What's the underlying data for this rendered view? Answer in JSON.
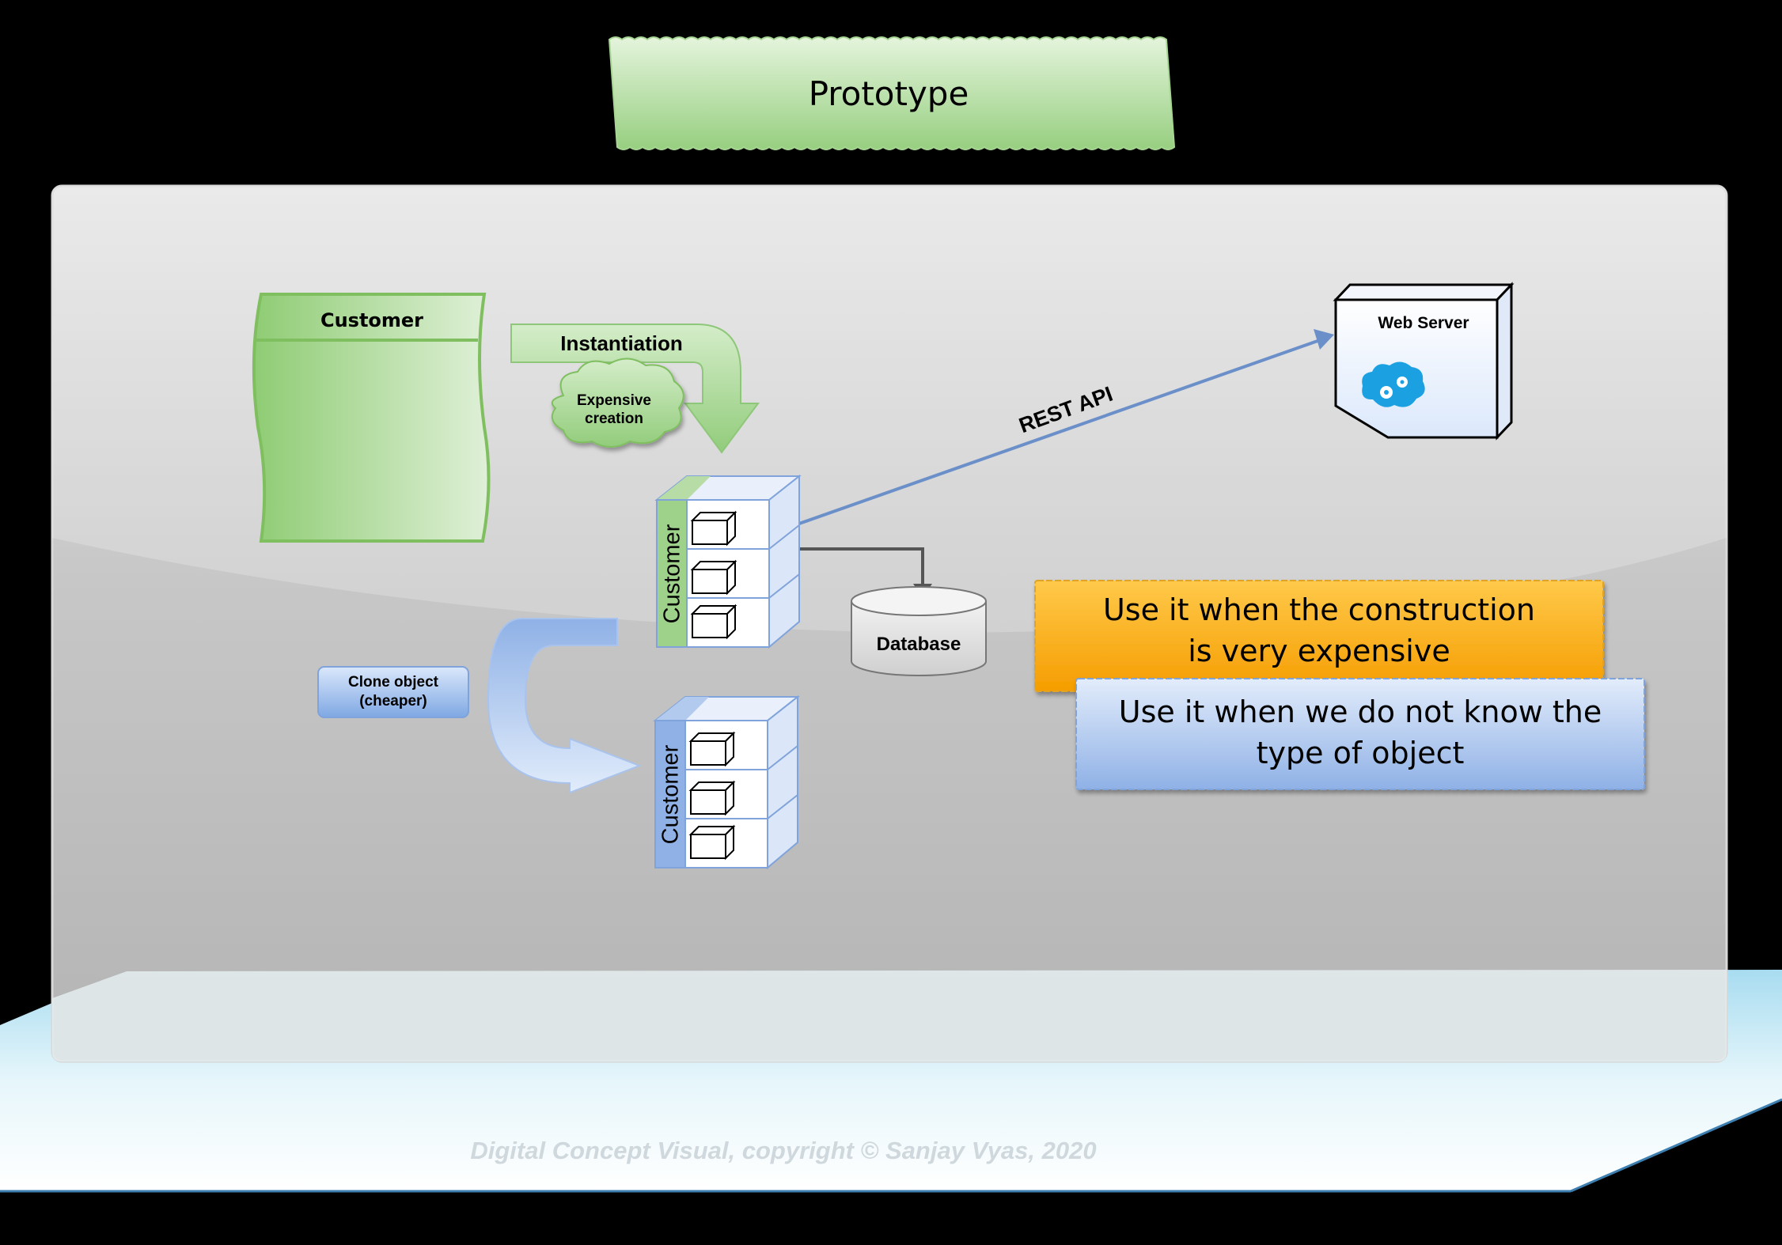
{
  "title": "Prototype",
  "class_box": {
    "label": "Customer"
  },
  "instantiation": {
    "label": "Instantiation",
    "note": "Expensive\ncreation"
  },
  "objects": {
    "original_label": "Customer",
    "clone_label": "Customer"
  },
  "clone": {
    "label": "Clone object\n(cheaper)"
  },
  "database": {
    "label": "Database"
  },
  "web_server": {
    "label": "Web Server",
    "icon": "cloud-gears-icon"
  },
  "rest_api": {
    "label": "REST API"
  },
  "notes": [
    {
      "text": "Use it when the construction\nis very expensive",
      "color": "#ffb21a"
    },
    {
      "text": "Use it when we do not know the\ntype of object",
      "color": "#a9c6ef"
    }
  ],
  "footer": {
    "copyright": "Digital Concept Visual, copyright © Sanjay Vyas, 2020"
  },
  "colors": {
    "green": "#9fd58a",
    "blue": "#8fb1e6",
    "orange": "#ffb21a",
    "background": "#000000"
  }
}
